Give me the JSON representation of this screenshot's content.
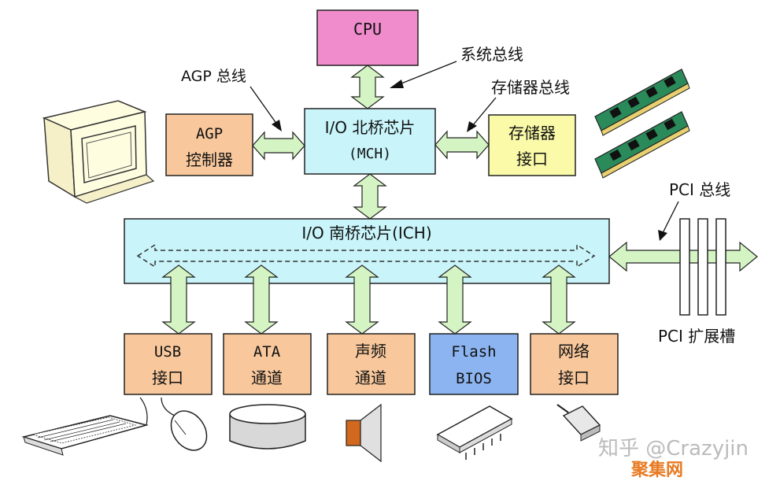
{
  "boxes": {
    "cpu": "CPU",
    "mch_line1": "I/O 北桥芯片",
    "mch_line2": "(MCH)",
    "agp_line1": "AGP",
    "agp_line2": "控制器",
    "mem_line1": "存储器",
    "mem_line2": "接口",
    "ich": "I/O 南桥芯片(ICH)",
    "usb_line1": "USB",
    "usb_line2": "接口",
    "ata_line1": "ATA",
    "ata_line2": "通道",
    "audio_line1": "声频",
    "audio_line2": "通道",
    "flash_line1": "Flash",
    "flash_line2": "BIOS",
    "net_line1": "网络",
    "net_line2": "接口"
  },
  "labels": {
    "system_bus": "系统总线",
    "agp_bus": "AGP 总线",
    "memory_bus": "存储器总线",
    "pci_bus": "PCI 总线",
    "pci_slots": "PCI 扩展槽"
  },
  "watermark": {
    "text": "知乎 @Crazyjin",
    "logo": "聚集网"
  },
  "colors": {
    "cpu": "#f08ccc",
    "chip": "#c8f4fa",
    "controller": "#f8c89c",
    "memory_if": "#fafaa8",
    "flash": "#8cb4f0",
    "arrow": "#d4f4c4"
  }
}
